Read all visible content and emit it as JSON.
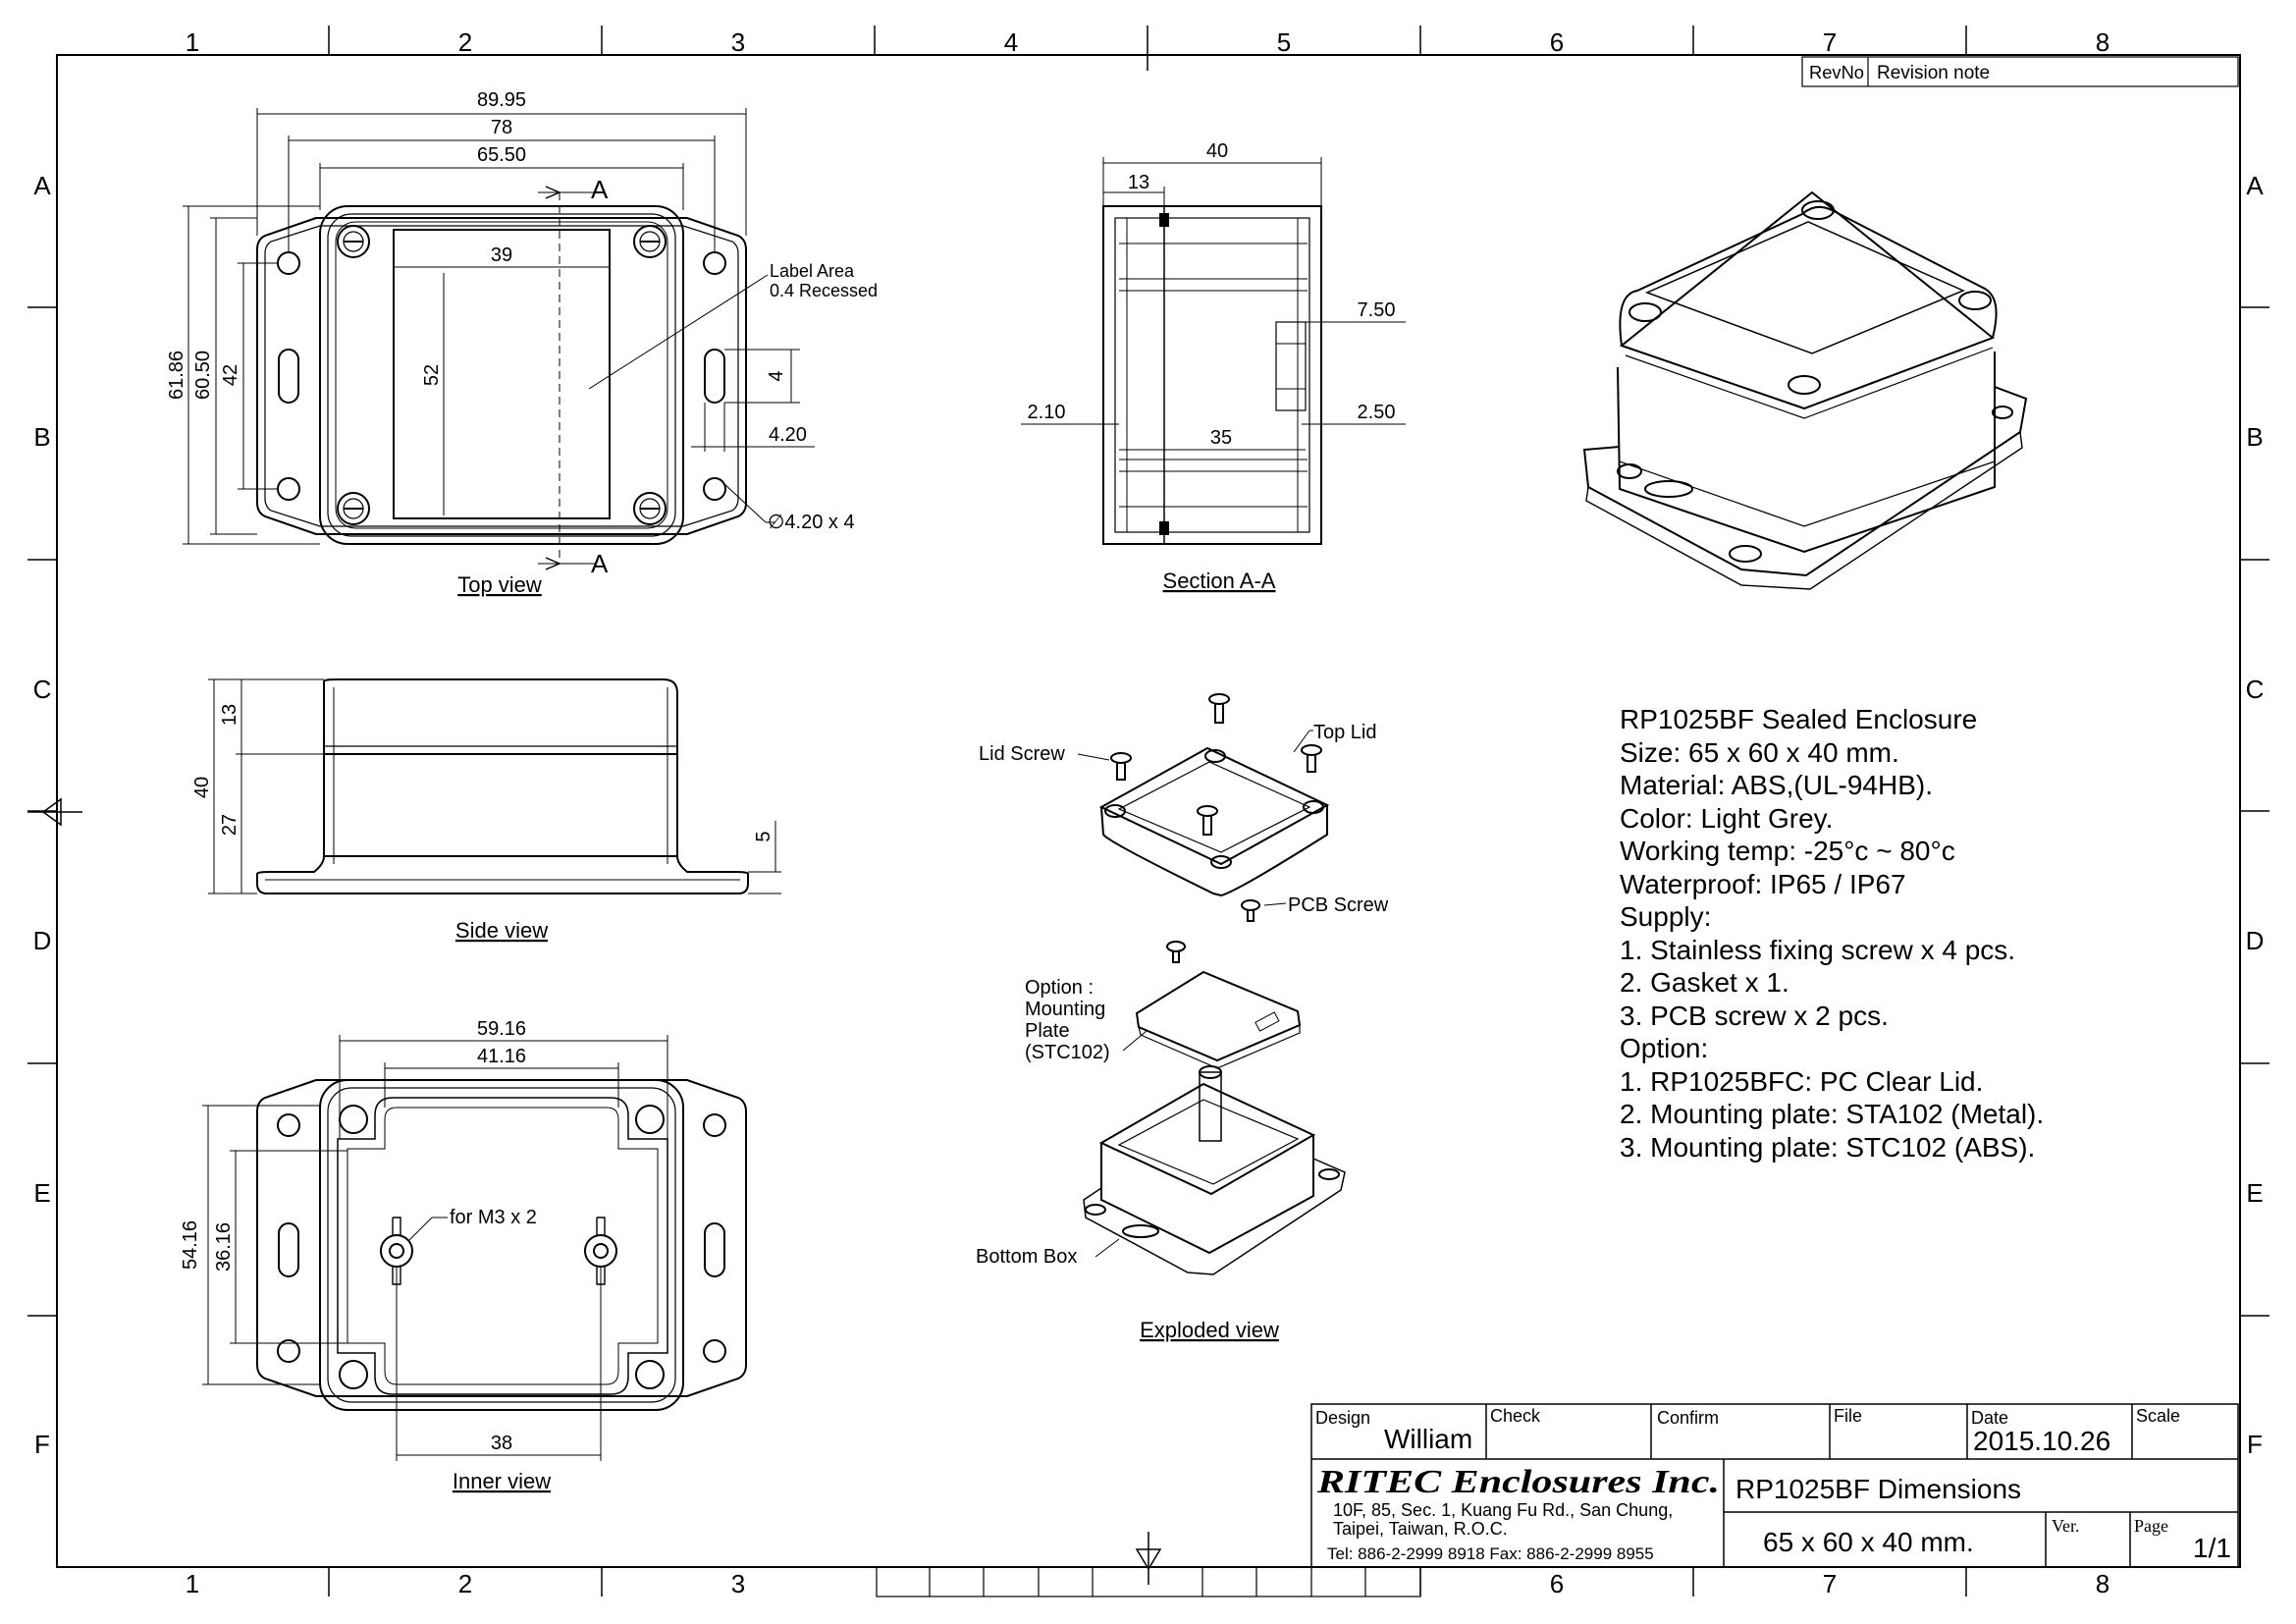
{
  "border": {
    "col_labels": [
      "1",
      "2",
      "3",
      "4",
      "5",
      "6",
      "7",
      "8"
    ],
    "row_labels": [
      "A",
      "B",
      "C",
      "D",
      "E",
      "F"
    ]
  },
  "revision": {
    "col1": "RevNo",
    "col2": "Revision note"
  },
  "top_view": {
    "title": "Top view",
    "dims": {
      "w_overall": "89.95",
      "w_holes": "78",
      "w_body": "65.50",
      "w_label": "39",
      "h_overall": "61.86",
      "h_body": "60.50",
      "h_holes": "42",
      "h_label": "52",
      "slot_h": "4",
      "slot_w": "4.20",
      "hole_dia": "∅4.20 x 4"
    },
    "section_mark": "A",
    "note_line1": "Label Area",
    "note_line2": "0.4 Recessed"
  },
  "section_view": {
    "title": "Section A-A",
    "dims": {
      "w": "40",
      "lid": "13",
      "d1": "7.50",
      "d2": "2.10",
      "d3": "2.50",
      "inner": "35"
    }
  },
  "side_view": {
    "title": "Side view",
    "dims": {
      "total": "40",
      "lid": "13",
      "base": "27",
      "flange": "5"
    }
  },
  "inner_view": {
    "title": "Inner view",
    "dims": {
      "w1": "59.16",
      "w2": "41.16",
      "w3": "38",
      "h1": "54.16",
      "h2": "36.16"
    },
    "note": "for M3 x 2"
  },
  "exploded": {
    "title": "Exploded view",
    "labels": {
      "lid_screw": "Lid Screw",
      "top_lid": "Top Lid",
      "pcb_screw": "PCB Screw",
      "opt1": "Option :",
      "opt2": "Mounting",
      "opt3": "Plate",
      "opt4": "(STC102)",
      "bottom_box": "Bottom Box"
    }
  },
  "spec": {
    "lines": [
      "RP1025BF Sealed Enclosure",
      "Size: 65 x 60 x 40 mm.",
      "Material: ABS,(UL-94HB).",
      "Color: Light Grey.",
      "Working temp: -25°c ~ 80°c",
      "Waterproof: IP65 / IP67",
      "Supply:",
      "1. Stainless fixing screw x 4 pcs.",
      "2. Gasket x 1.",
      "3. PCB screw x 2 pcs.",
      "Option:",
      "1. RP1025BFC: PC Clear Lid.",
      "2. Mounting plate: STA102 (Metal).",
      "3. Mounting plate: STC102 (ABS)."
    ]
  },
  "title_block": {
    "design_label": "Design",
    "design_value": "William",
    "check_label": "Check",
    "confirm_label": "Confirm",
    "file_label": "File",
    "date_label": "Date",
    "date_value": "2015.10.26",
    "scale_label": "Scale",
    "company": "RITEC Enclosures Inc.",
    "addr1": "10F, 85, Sec. 1, Kuang Fu Rd., San Chung,",
    "addr2": "Taipei, Taiwan, R.O.C.",
    "tel": "Tel: 886-2-2999 8918   Fax: 886-2-2999 8955",
    "drawing_title": "RP1025BF Dimensions",
    "size": "65 x 60 x 40 mm.",
    "ver_label": "Ver.",
    "page_label": "Page",
    "page_value": "1/1"
  }
}
